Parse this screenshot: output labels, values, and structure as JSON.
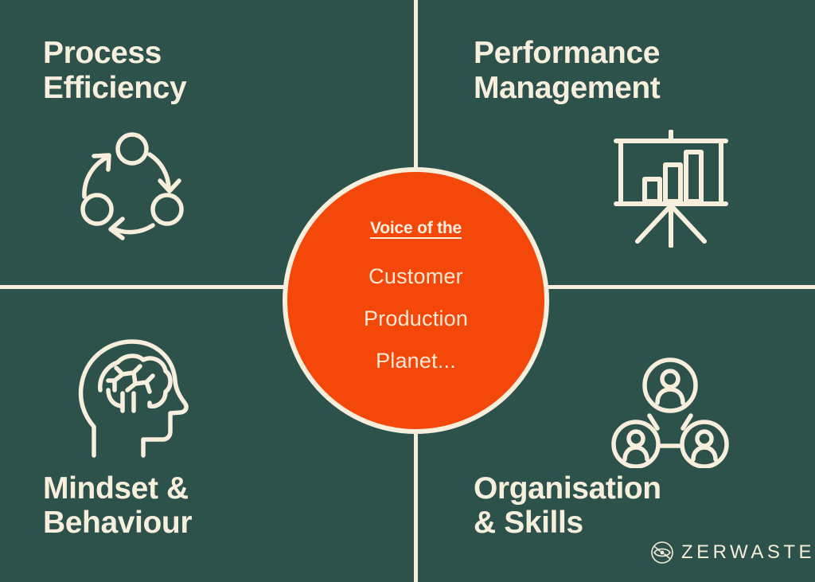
{
  "theme": {
    "background_color": "#2d514b",
    "cream_color": "#f7eedc",
    "accent_color": "#f4480b"
  },
  "quadrants": [
    {
      "id": "process-efficiency",
      "title": "Process\nEfficiency",
      "icon": "cycle-arrows-icon",
      "position": "top-left"
    },
    {
      "id": "performance-management",
      "title": "Performance\nManagement",
      "icon": "presentation-bar-chart-icon",
      "position": "top-right"
    },
    {
      "id": "mindset-behaviour",
      "title": "Mindset &\nBehaviour",
      "icon": "brain-head-icon",
      "position": "bottom-left"
    },
    {
      "id": "organisation-skills",
      "title": "Organisation\n& Skills",
      "icon": "team-network-icon",
      "position": "bottom-right"
    }
  ],
  "center": {
    "heading": "Voice of the",
    "items": [
      "Customer",
      "Production",
      "Planet..."
    ]
  },
  "logo": {
    "text": "ZERWASTE",
    "mark": "zerwaste-emblem-icon"
  }
}
